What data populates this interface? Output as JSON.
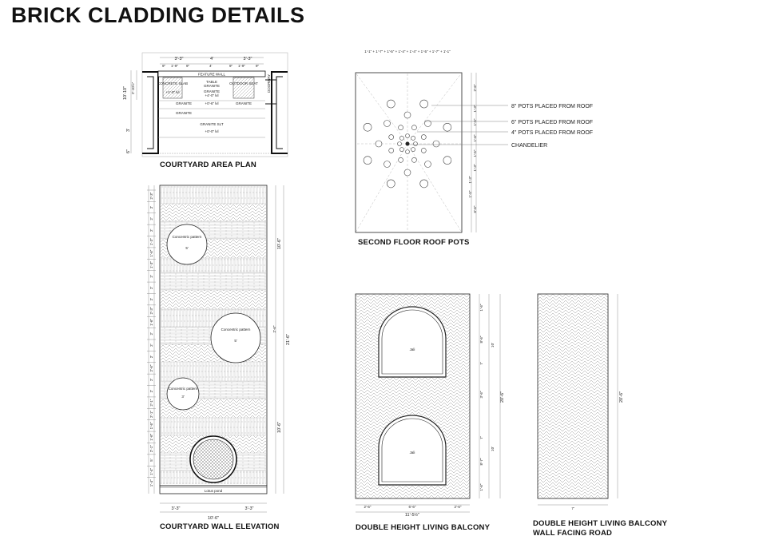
{
  "title": "BRICK CLADDING  DETAILS",
  "captions": {
    "courtyard_plan": "COURTYARD AREA PLAN",
    "courtyard_wall": "COURTYARD WALL ELEVATION",
    "roof_pots": "SECOND FLOOR ROOF POTS",
    "balcony": "DOUBLE HEIGHT LIVING BALCONY",
    "balcony_road_line1": "DOUBLE HEIGHT LIVING BALCONY",
    "balcony_road_line2": "WALL FACING ROAD"
  },
  "plan": {
    "feature_wall": "FEATURE WALL",
    "top_dims": [
      "3'-3\"",
      "4'",
      "3'-3\""
    ],
    "sub_dims": [
      "9\"",
      "1'-9\"",
      "9\"",
      "4'",
      "9\"",
      "1'-9\"",
      "9\""
    ],
    "left_dims": [
      "10'-10\"",
      "2'-10½\"",
      "3'",
      "6\""
    ],
    "labels": [
      "TABLE",
      "GRANITE",
      "CONCRETE SLAB",
      "OUTDOOR SEAT",
      "DOORWAY",
      "+1'-0\" lvl",
      "GRANITE",
      "+4'-0\" lvl",
      "GRANITE",
      "+0'-6\" lvl",
      "GRANITE",
      "GRANITE",
      "GRANITE SLT",
      "+0'-0\" lvl"
    ]
  },
  "roof": {
    "top_dims": "1'-1\" + 1'-7\" + 1'-5\" + 1'-4\" + 1'-4\" + 1'-5\" + 1'-7\" + 1'-1\"",
    "right_dims": [
      "2'-6\"",
      "1'-3\"",
      "1'-5\"",
      "1'-6\"",
      "1'-5\"",
      "1'-3\"",
      "6'-6\""
    ],
    "left_dims": [
      "1'-3\"",
      "1'-5\"",
      "1'-4\"",
      "1'-5\""
    ],
    "legend": [
      "8\" POTS PLACED FROM ROOF",
      "6\" POTS PLACED FROM ROOF",
      "4\" POTS PLACED FROM ROOF",
      "CHANDELIER"
    ]
  },
  "wall": {
    "circle_label": "Concentric pattern",
    "circle_dims": [
      "5'",
      "5'",
      "3'"
    ],
    "pond_label": "Lotus pond",
    "bottom_dims": [
      "3'-3\"",
      "3'-3\""
    ],
    "bottom_total": "10'-6\"",
    "right_dims": [
      "10'-6\"",
      "21'-6\"",
      "10'-6\""
    ],
    "mid_dim": "2'-6\"",
    "left_dims": [
      "2'-3\"",
      "2'",
      "2'",
      "2'",
      "1'-3\"",
      "1'-6\"",
      "1'-3\"",
      "2'",
      "2'",
      "2'",
      "2'-3\"",
      "1'-6\"",
      "2'",
      "2'",
      "2'",
      "2'-6\"",
      "2'",
      "2'",
      "2'-1\"",
      "2'-1\"",
      "1'-6\"",
      "1'-6\"",
      "2'-1\"",
      "5'",
      "1'-4\"",
      "1'-4\""
    ]
  },
  "balcony": {
    "jali": "Jali",
    "bottom_dims": [
      "2'-6\"",
      "6'-6\"",
      "2'-6\""
    ],
    "bottom_total": "11'-5½\"",
    "right_dims": [
      "1'-6\"",
      "8'-6\"",
      "7'",
      "3'-6\"",
      "7'",
      "8'-7\"",
      "1'-6\""
    ],
    "outer_dims": [
      "10'",
      "20'-6\"",
      "10'"
    ]
  },
  "road": {
    "bottom_dim": "7'",
    "right_dim": "20'-6\""
  }
}
